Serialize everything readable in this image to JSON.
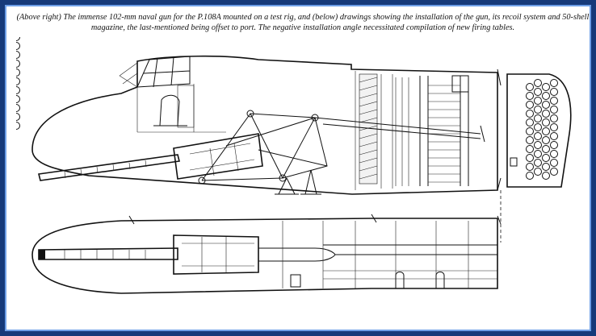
{
  "caption": {
    "text": "(Above right) The immense 102-mm naval gun for the P.108A mounted on a test rig, and (below) drawings showing the installation of the gun, its recoil system and 50-shell magazine, the last-mentioned being offset to port. The negative installation angle necessitated compilation of new firing tables."
  },
  "figure": {
    "views": [
      "side-elevation",
      "plan-view"
    ],
    "magazine_shells": 50
  },
  "colors": {
    "frame_outer": "#163a7a",
    "frame_inner": "#6ea0e8",
    "ink": "#111111",
    "paper": "#ffffff"
  }
}
